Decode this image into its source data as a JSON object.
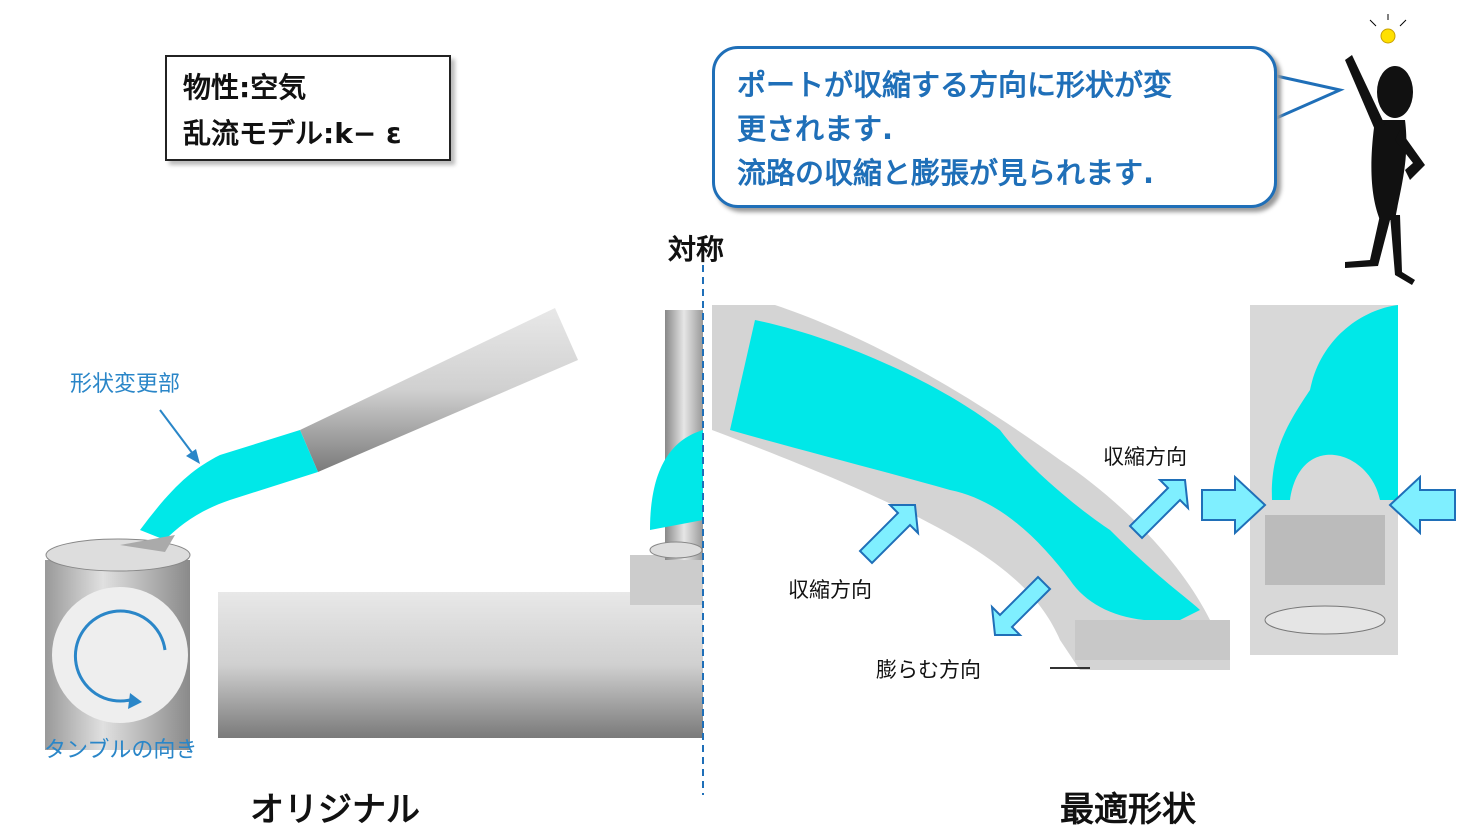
{
  "properties_box": {
    "line1": "物性:空気",
    "line2": "乱流モデル:k− ε"
  },
  "speech_bubble": {
    "line1": "ポートが収縮する方向に形状が変",
    "line2": "更されます.",
    "line3": "流路の収縮と膨張が見られます."
  },
  "labels": {
    "symmetry": "対称",
    "shape_change_part": "形状変更部",
    "tumble_direction": "タンブルの向き",
    "shrink_direction_1": "収縮方向",
    "shrink_direction_2": "収縮方向",
    "expand_direction": "膨らむ方向",
    "original": "オリジナル",
    "optimal": "最適形状"
  },
  "colors": {
    "accent": "#1f6fb8",
    "cyan": "#00e8e8",
    "gray": "#c8c8c8"
  }
}
